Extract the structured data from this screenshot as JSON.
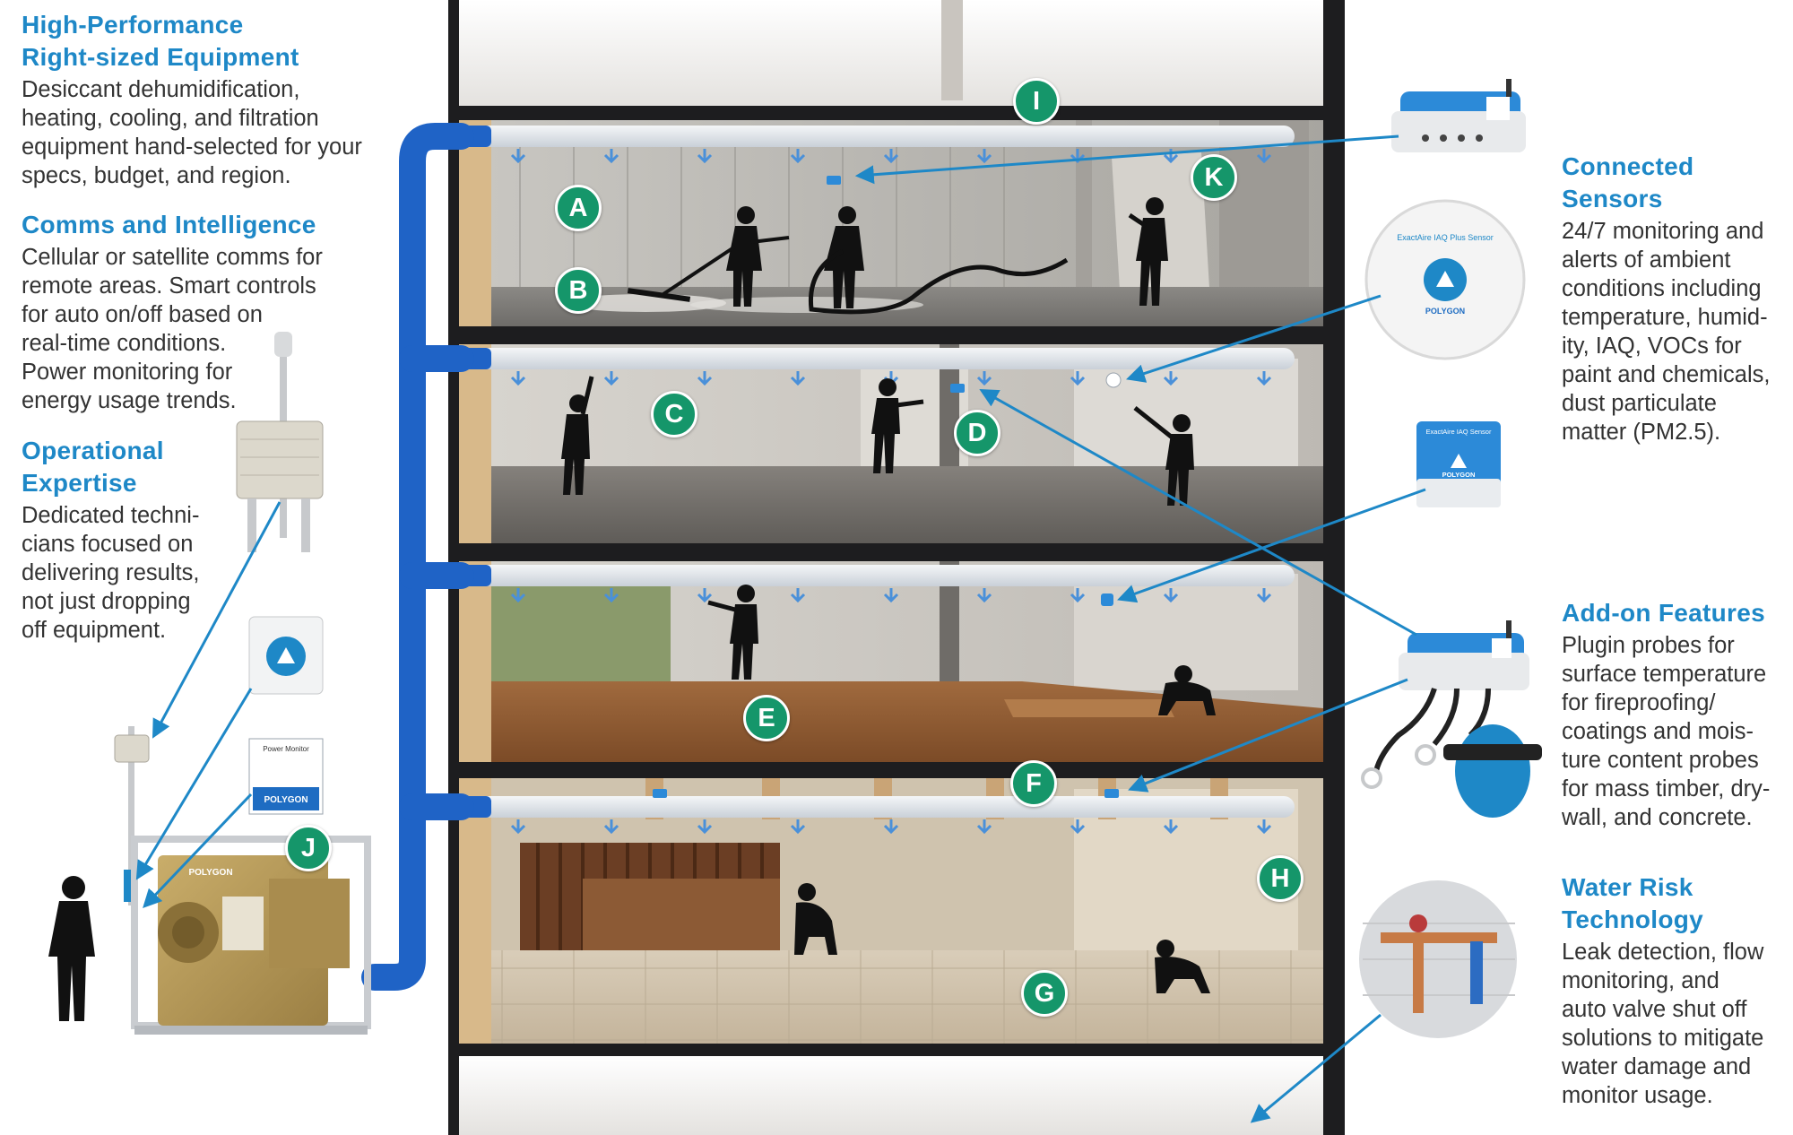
{
  "features_left": [
    {
      "title": "High-Performance\nRight-sized Equipment",
      "body": "Desiccant dehumidification,\nheating, cooling, and filtration\nequipment hand-selected for your\nspecs, budget, and region."
    },
    {
      "title": "Comms and Intelligence",
      "body": "Cellular or satellite comms for\nremote areas. Smart controls\nfor auto on/off based on\nreal-time conditions.\nPower monitoring for\nenergy usage trends."
    },
    {
      "title": "Operational\nExpertise",
      "body": "Dedicated techni-\ncians focused on\ndelivering results,\nnot just dropping\noff equipment."
    }
  ],
  "features_right": [
    {
      "title": "Connected Sensors",
      "body": "24/7 monitoring and\nalerts of ambient\nconditions including\ntemperature, humid-\nity, IAQ, VOCs for\npaint and chemicals,\ndust particulate\nmatter (PM2.5)."
    },
    {
      "title": "Add-on Features",
      "body": "Plugin probes for\nsurface temperature\nfor fireproofing/\ncoatings and mois-\nture content probes\nfor mass timber, dry-\nwall, and concrete."
    },
    {
      "title": "Water Risk\nTechnology",
      "body": "Leak detection, flow\nmonitoring, and\nauto valve shut off\nsolutions to mitigate\nwater damage and\nmonitor usage."
    }
  ],
  "markers": [
    "A",
    "B",
    "C",
    "D",
    "E",
    "F",
    "G",
    "H",
    "I",
    "J",
    "K"
  ],
  "device_labels": {
    "power_monitor": "Power Monitor",
    "brand": "POLYGON",
    "iaq_sensor_name": "ExactAire IAQ Plus Sensor",
    "iaq_sensor_small": "ExactAire IAQ Sensor"
  },
  "colors": {
    "accent_blue": "#1e88c7",
    "marker_green": "#15966a",
    "duct_blue": "#1f63c6",
    "structure": "#1d1d1f",
    "unit_gold": "#b89a56"
  }
}
